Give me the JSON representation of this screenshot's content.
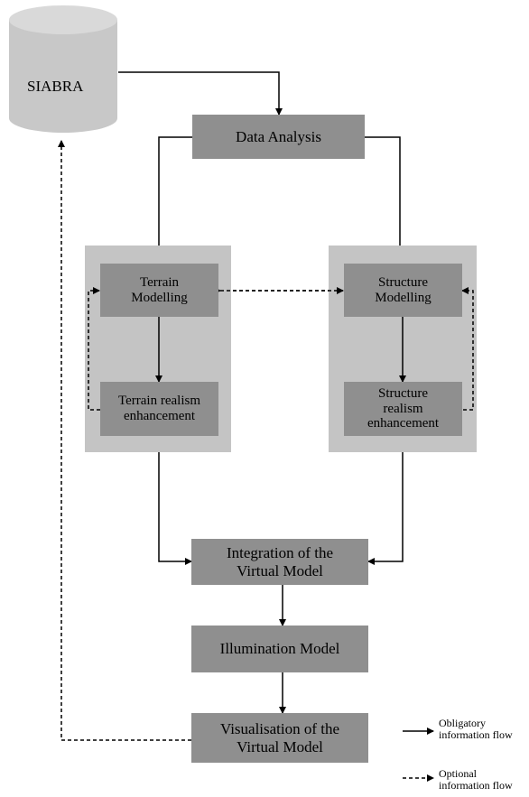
{
  "database": {
    "label": "SIABRA"
  },
  "nodes": {
    "data_analysis": {
      "lines": [
        "Data Analysis"
      ]
    },
    "terrain_modelling": {
      "lines": [
        "Terrain",
        "Modelling"
      ]
    },
    "terrain_realism": {
      "lines": [
        "Terrain realism",
        "enhancement"
      ]
    },
    "structure_modelling": {
      "lines": [
        "Structure",
        "Modelling"
      ]
    },
    "structure_realism": {
      "lines": [
        "Structure",
        "realism",
        "enhancement"
      ]
    },
    "integration": {
      "lines": [
        "Integration of the",
        "Virtual Model"
      ]
    },
    "illumination": {
      "lines": [
        "Illumination Model"
      ]
    },
    "visualisation": {
      "lines": [
        "Visualisation of the",
        "Virtual Model"
      ]
    }
  },
  "legend": {
    "obligatory": {
      "lines": [
        "Obligatory",
        "information flow"
      ]
    },
    "optional": {
      "lines": [
        "Optional",
        "information flow"
      ]
    }
  },
  "colors": {
    "box": "#8f8f8f",
    "panel": "#c4c4c4",
    "cylinder": "#c8c8c8",
    "line": "#000000"
  }
}
